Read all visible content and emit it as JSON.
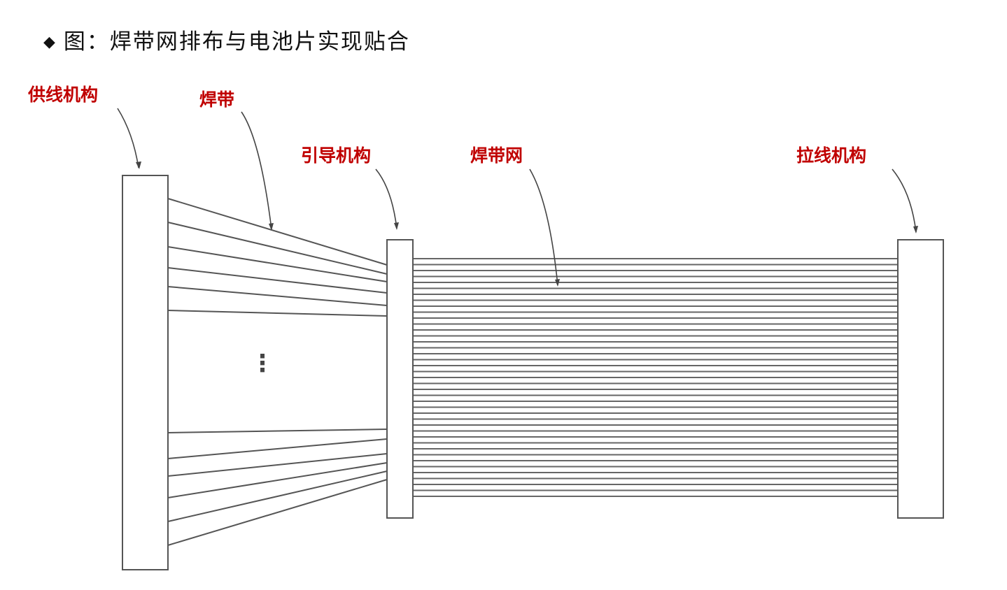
{
  "title": {
    "bullet": "◆",
    "text": "图：焊带网排布与电池片实现贴合"
  },
  "labels": {
    "supply": "供线机构",
    "ribbon": "焊带",
    "guide": "引导机构",
    "ribbon_net": "焊带网",
    "pull": "拉线机构"
  },
  "ellipsis": "⋮",
  "colors": {
    "label": "#c00000",
    "line": "#555555"
  }
}
